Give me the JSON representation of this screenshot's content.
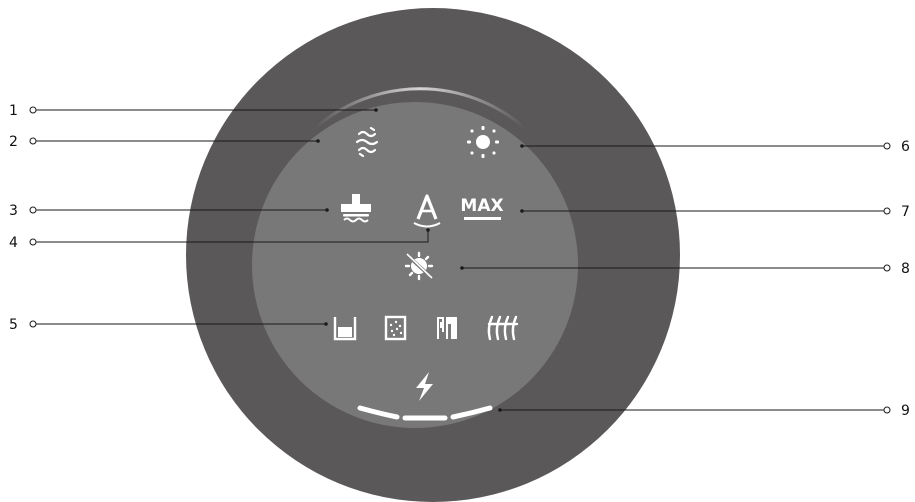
{
  "colors": {
    "outer_ring": "#5a5858",
    "inner_panel": "#797878",
    "icon": "#ffffff",
    "leader": "#1a1a1a"
  },
  "icons": [
    "airflow-icon",
    "brightness-icon",
    "dehumidify-icon",
    "auto-icon",
    "max-icon",
    "antibacterial-off-icon",
    "water-tank-icon",
    "filter-icon",
    "pump-icon",
    "defrost-icon",
    "power-icon",
    "level-segments"
  ],
  "callouts": {
    "left": [
      "1",
      "2",
      "3",
      "4",
      "5"
    ],
    "right": [
      "6",
      "7",
      "8",
      "9"
    ]
  },
  "labels": {
    "max": "MAX"
  }
}
